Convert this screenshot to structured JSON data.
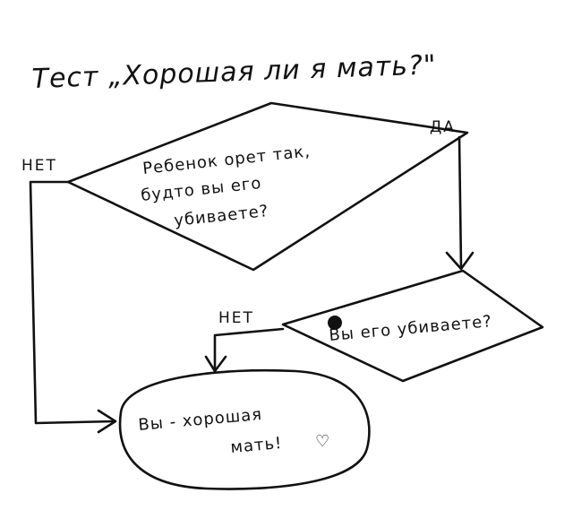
{
  "title": "Тест „Хорошая ли я мать?\"",
  "decision1": {
    "lines": [
      "Ребенок орет так,",
      "будто вы его",
      "убиваете?"
    ],
    "yes_label": "ДА",
    "no_label": "НЕТ"
  },
  "decision2": {
    "text": "Вы его убиваете?",
    "no_label": "НЕТ"
  },
  "result": {
    "lines": [
      "Вы - хорошая",
      "мать!"
    ],
    "heart": "♡"
  }
}
